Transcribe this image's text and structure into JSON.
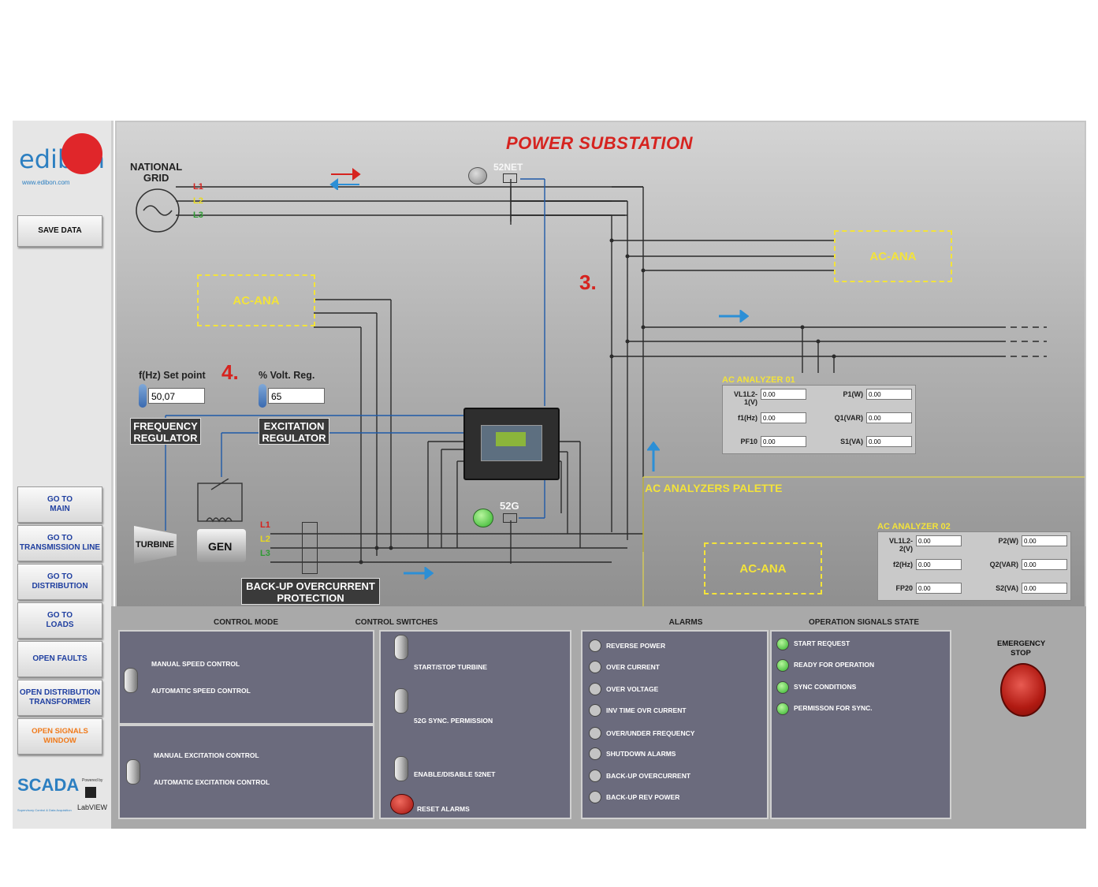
{
  "sidebar": {
    "logo_text": "edibon",
    "logo_url": "www.edibon.com",
    "save_label": "SAVE DATA",
    "nav": [
      {
        "label": "GO TO\nMAIN"
      },
      {
        "label": "GO TO\nTRANSMISSION LINE"
      },
      {
        "label": "GO TO\nDISTRIBUTION"
      },
      {
        "label": "GO TO\nLOADS"
      },
      {
        "label": "OPEN FAULTS"
      },
      {
        "label": "OPEN DISTRIBUTION\nTRANSFORMER"
      },
      {
        "label": "OPEN SIGNALS WINDOW"
      }
    ],
    "scada_logo": "SCADA",
    "scada_sub": "Supervisory Control & Data Acquisition",
    "powered_by": "Powered by",
    "labview": "LabVIEW"
  },
  "diagram": {
    "title": "POWER SUBSTATION",
    "national_grid": "NATIONAL\nGRID",
    "phases": [
      "L1",
      "L2",
      "L3"
    ],
    "breaker_52net": "52NET",
    "breaker_52g": "52G",
    "ac_ana_label": "AC-ANA",
    "step3": "3.",
    "step4": "4.",
    "freq_setpoint_label": "f(Hz) Set point",
    "freq_setpoint_value": "50,07",
    "volt_reg_label": "% Volt. Reg.",
    "volt_reg_value": "65",
    "frequency_regulator": "FREQUENCY\nREGULATOR",
    "excitation_regulator": "EXCITATION\nREGULATOR",
    "turbine": "TURBINE",
    "gen": "GEN",
    "backup_protection": "BACK-UP OVERCURRENT\nPROTECTION",
    "analyzers_palette": "AC ANALYZERS PALETTE",
    "analyzer1": {
      "title": "AC ANALYZER 01",
      "left": [
        {
          "label": "VL1L2-1(V)",
          "value": "0.00"
        },
        {
          "label": "f1(Hz)",
          "value": "0.00"
        },
        {
          "label": "PF10",
          "value": "0.00"
        }
      ],
      "right": [
        {
          "label": "P1(W)",
          "value": "0.00"
        },
        {
          "label": "Q1(VAR)",
          "value": "0.00"
        },
        {
          "label": "S1(VA)",
          "value": "0.00"
        }
      ]
    },
    "analyzer2": {
      "title": "AC ANALYZER 02",
      "left": [
        {
          "label": "VL1L2-2(V)",
          "value": "0.00"
        },
        {
          "label": "f2(Hz)",
          "value": "0.00"
        },
        {
          "label": "FP20",
          "value": "0.00"
        }
      ],
      "right": [
        {
          "label": "P2(W)",
          "value": "0.00"
        },
        {
          "label": "Q2(VAR)",
          "value": "0.00"
        },
        {
          "label": "S2(VA)",
          "value": "0.00"
        }
      ]
    }
  },
  "control_mode": {
    "header": "CONTROL MODE",
    "speed_manual": "MANUAL SPEED CONTROL",
    "speed_auto": "AUTOMATIC SPEED CONTROL",
    "exc_manual": "MANUAL EXCITATION CONTROL",
    "exc_auto": "AUTOMATIC EXCITATION CONTROL"
  },
  "control_switches": {
    "header": "CONTROL SWITCHES",
    "start_stop": "START/STOP TURBINE",
    "sync_perm": "52G SYNC. PERMISSION",
    "enable_52net": "ENABLE/DISABLE 52NET",
    "reset": "RESET ALARMS"
  },
  "alarms": {
    "header": "ALARMS",
    "items": [
      "REVERSE POWER",
      "OVER CURRENT",
      "OVER VOLTAGE",
      "INV TIME OVR CURRENT",
      "OVER/UNDER FREQUENCY",
      "SHUTDOWN ALARMS",
      "BACK-UP OVERCURRENT",
      "BACK-UP REV POWER"
    ]
  },
  "operation_signals": {
    "header": "OPERATION SIGNALS STATE",
    "items": [
      "START REQUEST",
      "READY FOR OPERATION",
      "SYNC CONDITIONS",
      "PERMISSON FOR SYNC."
    ]
  },
  "emergency": {
    "label": "EMERGENCY\nSTOP"
  },
  "colors": {
    "title_red": "#d6231f",
    "ac_yellow": "#f3e33a",
    "link_blue": "#1f3fa0",
    "orange_link": "#f07a1a",
    "led_green": "#3ed13a"
  }
}
